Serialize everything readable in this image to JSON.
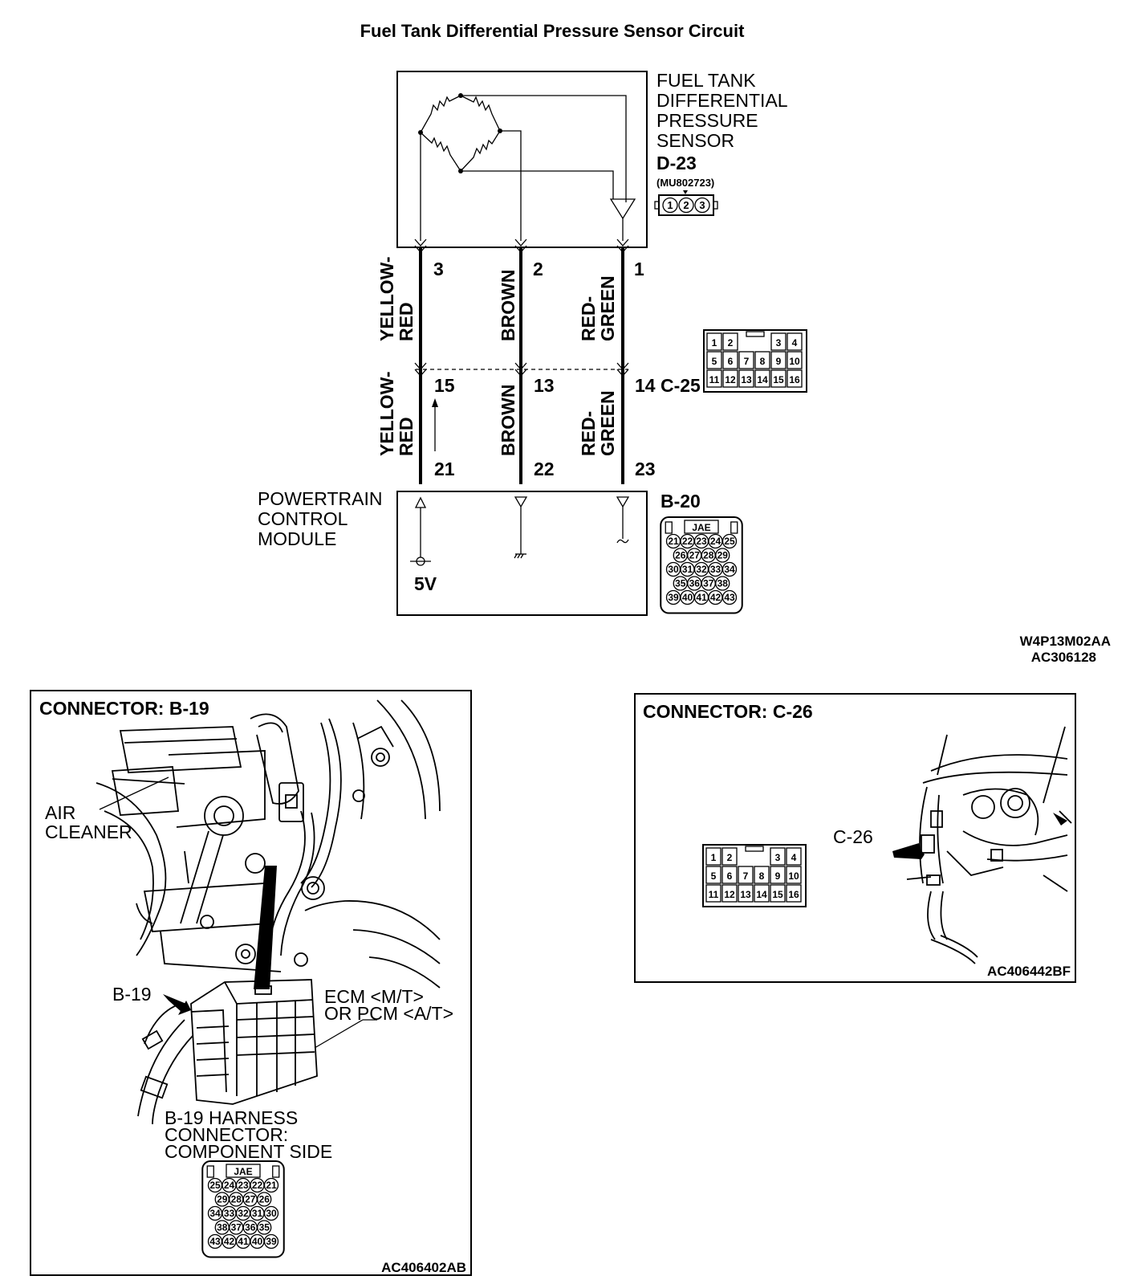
{
  "title": "Fuel Tank Differential Pressure Sensor Circuit",
  "sensor": {
    "label_lines": [
      "FUEL TANK",
      "DIFFERENTIAL",
      "PRESSURE",
      "SENSOR"
    ],
    "connector": "D-23",
    "part_number": "(MU802723)",
    "pins": [
      "1",
      "2",
      "3"
    ]
  },
  "wires": [
    {
      "sensor_pin": "3",
      "color_upper": [
        "YELLOW-",
        "RED"
      ],
      "c25_pin": "15",
      "color_lower": [
        "YELLOW-",
        "RED"
      ],
      "pcm_pin": "21"
    },
    {
      "sensor_pin": "2",
      "color_upper": [
        "BROWN"
      ],
      "c25_pin": "13",
      "color_lower": [
        "BROWN"
      ],
      "pcm_pin": "22"
    },
    {
      "sensor_pin": "1",
      "color_upper": [
        "RED-",
        "GREEN"
      ],
      "c25_pin": "14",
      "color_lower": [
        "RED-",
        "GREEN"
      ],
      "pcm_pin": "23"
    }
  ],
  "c25": {
    "label": "C-25",
    "rows": [
      [
        "1",
        "2",
        "",
        "",
        "3",
        "4"
      ],
      [
        "5",
        "6",
        "7",
        "8",
        "9",
        "10"
      ],
      [
        "11",
        "12",
        "13",
        "14",
        "15",
        "16"
      ]
    ]
  },
  "pcm": {
    "label_lines": [
      "POWERTRAIN",
      "CONTROL",
      "MODULE"
    ],
    "connector": "B-20",
    "voltage": "5V"
  },
  "b20": {
    "tag": "JAE",
    "rows": [
      [
        "21",
        "22",
        "23",
        "24",
        "25"
      ],
      [
        "26",
        "27",
        "28",
        "29"
      ],
      [
        "30",
        "31",
        "32",
        "33",
        "34"
      ],
      [
        "35",
        "36",
        "37",
        "38"
      ],
      [
        "39",
        "40",
        "41",
        "42",
        "43"
      ]
    ]
  },
  "codes": {
    "diagram_id": "W4P13M02AA",
    "figure_id": "AC306128"
  },
  "panel_b19": {
    "title": "CONNECTOR: B-19",
    "air_cleaner": [
      "AIR",
      "CLEANER"
    ],
    "pointer_label": "B-19",
    "module_label": [
      "ECM <M/T>",
      "OR PCM <A/T>"
    ],
    "harness_label": [
      "B-19 HARNESS",
      "CONNECTOR:",
      "COMPONENT SIDE"
    ],
    "tag": "JAE",
    "rows": [
      [
        "25",
        "24",
        "23",
        "22",
        "21"
      ],
      [
        "29",
        "28",
        "27",
        "26"
      ],
      [
        "34",
        "33",
        "32",
        "31",
        "30"
      ],
      [
        "38",
        "37",
        "36",
        "35"
      ],
      [
        "43",
        "42",
        "41",
        "40",
        "39"
      ]
    ],
    "code": "AC406402AB"
  },
  "panel_c26": {
    "title": "CONNECTOR: C-26",
    "pointer_label": "C-26",
    "rows": [
      [
        "1",
        "2",
        "",
        "",
        "3",
        "4"
      ],
      [
        "5",
        "6",
        "7",
        "8",
        "9",
        "10"
      ],
      [
        "11",
        "12",
        "13",
        "14",
        "15",
        "16"
      ]
    ],
    "code": "AC406442BF"
  }
}
